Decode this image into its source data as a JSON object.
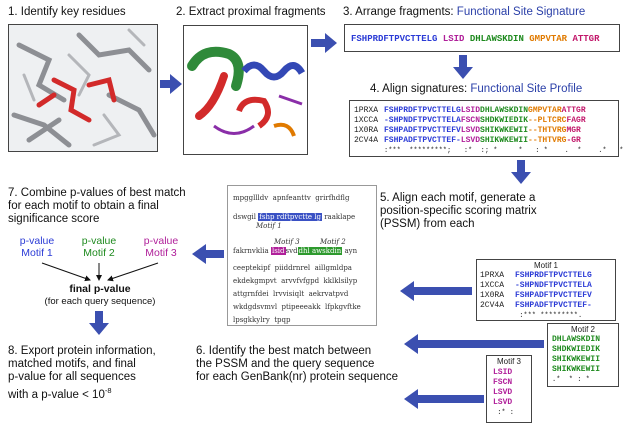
{
  "steps": {
    "s1": "1. Identify key residues",
    "s2": "2. Extract proximal fragments",
    "s3_prefix": "3. Arrange fragments: ",
    "s3_term": "Functional Site Signature",
    "s4_prefix": "4. Align signatures: ",
    "s4_term": "Functional Site Profile",
    "s5": [
      "5. Align each motif, generate a",
      "position-specific scoring matrix",
      "(PSSM) from each"
    ],
    "s6": [
      "6. Identify the best match between",
      "the PSSM and the query sequence",
      "for each GenBank(nr) protein sequence"
    ],
    "s7": [
      "7. Combine p-values of best match",
      "for each motif to obtain a final",
      "significance score"
    ],
    "s8_lines": [
      "8. Export protein information,",
      "matched motifs, and final",
      "p-value for all sequences"
    ],
    "s8_last": "with a p-value < 10",
    "s8_exp": "-8"
  },
  "signature": {
    "seg1": "FSHPRDFTPVCTTELG",
    "seg2": "LSID",
    "seg3": "DHLAWSKDIN",
    "seg4": "GMPVTAR",
    "seg5": "ATTGR"
  },
  "profile": {
    "names": [
      "1PRXA",
      "1XCCA",
      "1X0RA",
      "2CV4A"
    ],
    "rows": [
      [
        "FSHPRDFTPVCTTELG",
        "LSID",
        "DHLAWSKDIN",
        "GMPVTAR",
        "ATTGR"
      ],
      [
        "-SHPNDFTPVCTTELA",
        "FSCN",
        "SHDKWIEDIK",
        "--PLTCRC",
        "FAGR"
      ],
      [
        "FSHPADFTPVCTTEFV",
        "LSVD",
        "SHIKWKEWII",
        "--THTVRG",
        "MGR"
      ],
      [
        "FSHPADFTPVCTTEF-",
        "LSVD",
        "SHIKWKEWII",
        "--THTVRG",
        "-GR"
      ]
    ],
    "conservation": ":***  *********;   :*  :; *     *   : *    .  *    .*   *"
  },
  "motif1": {
    "title": "Motif 1",
    "names": [
      "1PRXA",
      "1XCCA",
      "1X0RA",
      "2CV4A"
    ],
    "rows": [
      "FSHPRDFTPVCTTELG",
      "-SHPNDFTPVCTTELA",
      "FSHPADFTPVCTTEFV",
      "FSHPADFTPVCTTEF-"
    ],
    "conservation": " :*** *********."
  },
  "motif2": {
    "title": "Motif 2",
    "rows": [
      "DHLAWSKDIN",
      "SHDKWIEDIK",
      "SHIKWKEWII",
      "SHIKWKEWII"
    ],
    "conservation": ".*  * : *"
  },
  "motif3": {
    "title": "Motif 3",
    "rows": [
      "LSID",
      "FSCN",
      "LSVD",
      "LSVD"
    ],
    "conservation": " :* :"
  },
  "query": {
    "l1": "mpggllldv  apnfeanttv  grirfhdflg",
    "l2a": "dswgil",
    "l2_hl": "fshp rdftpvctte lg",
    "l2b": "raaklape",
    "motif1_label": "Motif 1",
    "motif3_label": "Motif 3",
    "motif2_label": "Motif 2",
    "l3a": "fakrnvklia",
    "l3_m3": "lsid",
    "l3_mid": "svd",
    "l3_m2": "dhl awskdin",
    "l3b": "ayn",
    "l4": "ceeptekipf  piiddrnrel  aillgmldpa",
    "l5": "ekdekgmpvt  arvvfvfgpd  kklklsilyp",
    "l6": "attgrnfdei  lrvvisiqlt  aekrvatpvd",
    "l7": "wkdgdsvmvl  ptipeeeakk  lfpkgvftke",
    "l8": "lpsgkkylry  tpqp"
  },
  "pvalues": {
    "p_label": "p-value",
    "m1": "Motif 1",
    "m2": "Motif 2",
    "m3": "Motif 3",
    "final": "final p-value",
    "final_sub": "(for each query sequence)"
  },
  "colors": {
    "accent_blue": "#3a51b0",
    "arrow": "#3b4fb0"
  }
}
